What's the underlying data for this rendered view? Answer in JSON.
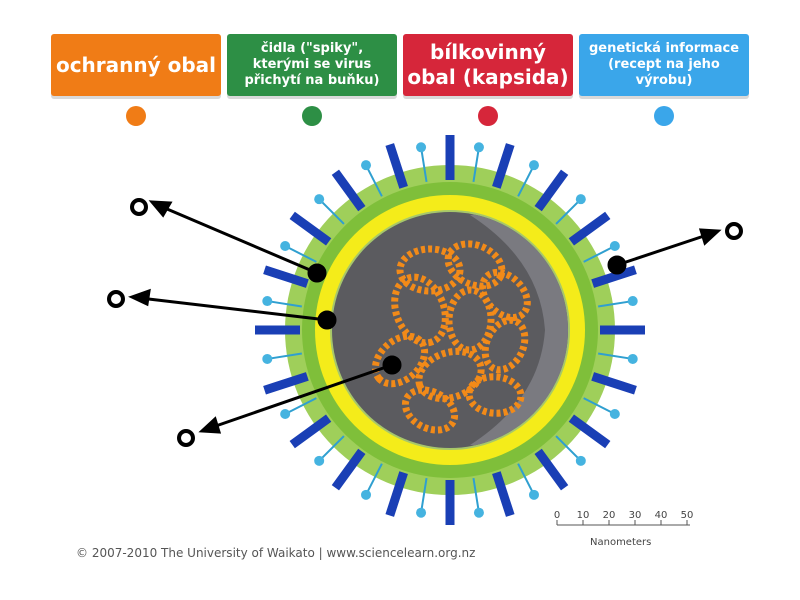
{
  "labels": [
    {
      "text": "ochranný obal",
      "color": "#f07c16"
    },
    {
      "text": "čidla (\"spiky\", kterými se virus přichytí na buňku)",
      "color": "#2d8f45"
    },
    {
      "text": "bílkovinný obal (kapsida)",
      "color": "#d6263a"
    },
    {
      "text": "genetická informace (recept na jeho výrobu)",
      "color": "#3aa6ea"
    }
  ],
  "copyright": "© 2007-2010 The University of Waikato | www.sciencelearn.org.nz",
  "scale": {
    "ticks": [
      "0",
      "10",
      "20",
      "30",
      "40",
      "50"
    ],
    "unit": "Nanometers"
  }
}
